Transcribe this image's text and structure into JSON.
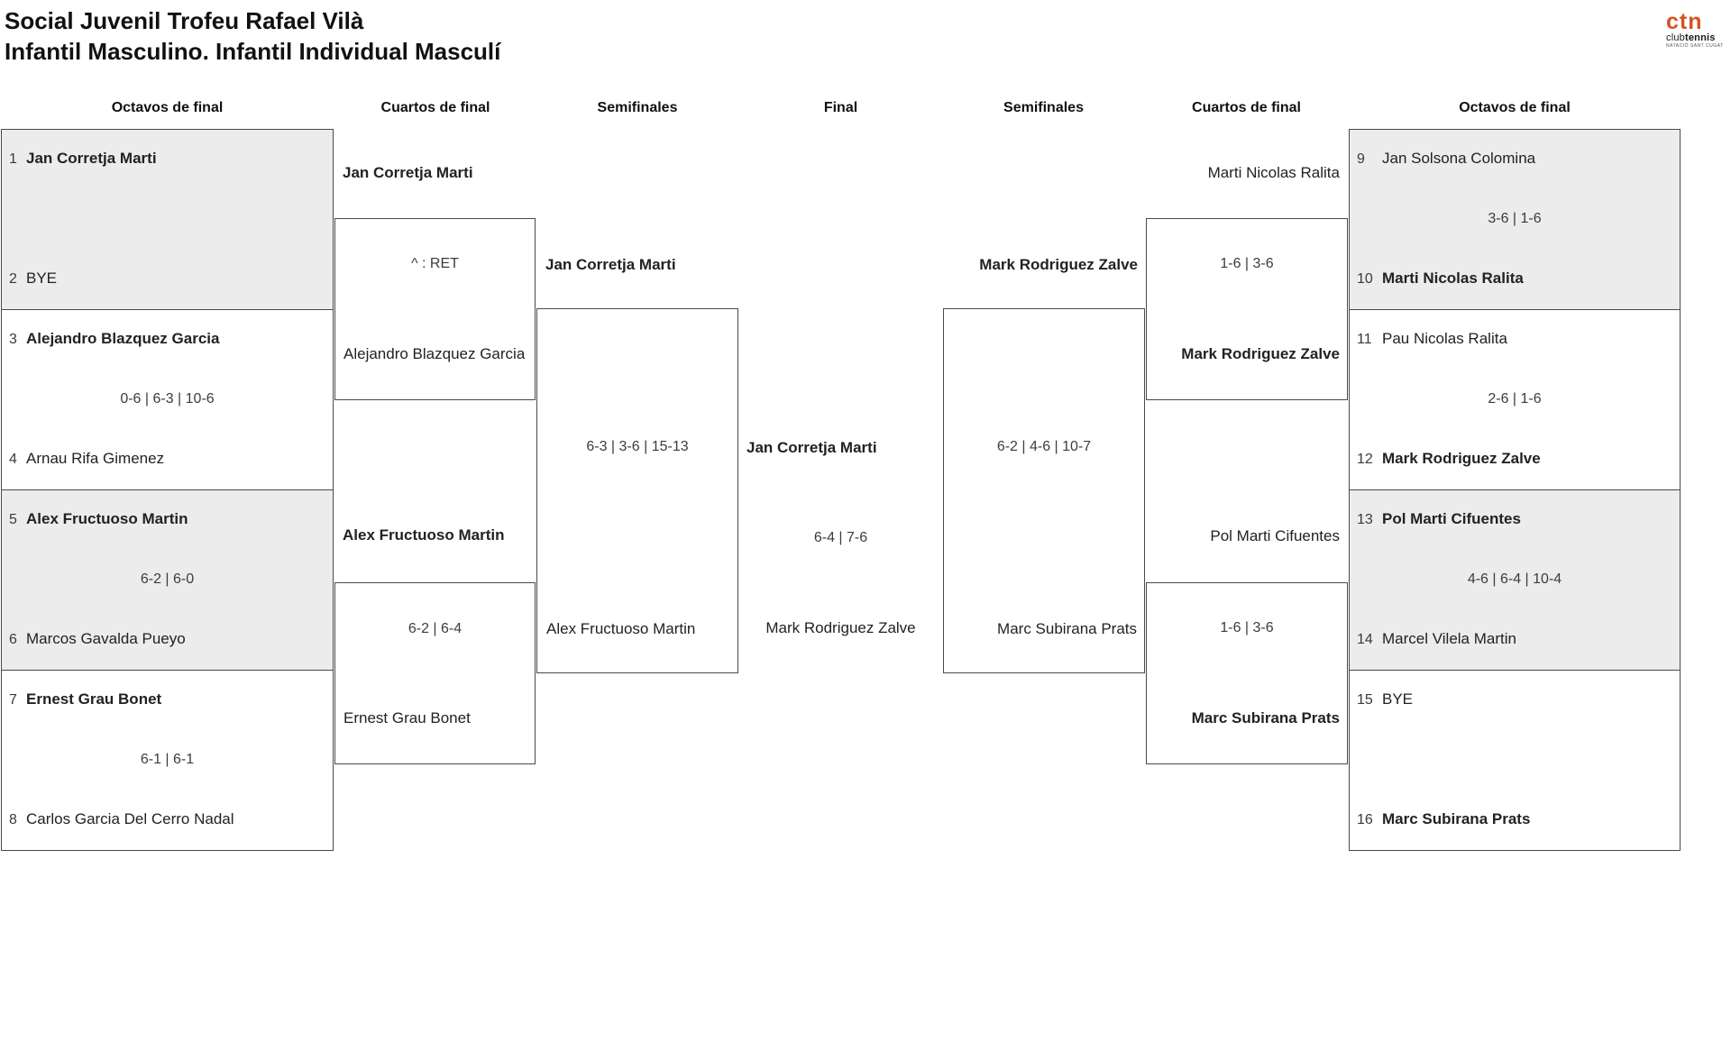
{
  "title": {
    "line1": "Social Juvenil Trofeu Rafael Vilà",
    "line2": "Infantil Masculino. Infantil Individual Masculí"
  },
  "logo": {
    "mark": "ctn",
    "club": "club",
    "tennis": "tennis",
    "tagline": "NATACIÓ SANT CUGAT"
  },
  "colors": {
    "accent": "#d4541f",
    "shaded_box": "#ececec",
    "border": "#4a4a4a"
  },
  "rounds": {
    "r0": "Octavos de final",
    "r1": "Cuartos de final",
    "r2": "Semifinales",
    "r3": "Final",
    "r4": "Semifinales",
    "r5": "Cuartos de final",
    "r6": "Octavos de final"
  },
  "octavos_left": [
    {
      "seed1": "1",
      "player1": "Jan Corretja Marti",
      "score": "",
      "seed2": "2",
      "player2": "BYE"
    },
    {
      "seed1": "3",
      "player1": "Alejandro Blazquez Garcia",
      "score": "0-6 | 6-3 | 10-6",
      "seed2": "4",
      "player2": "Arnau Rifa Gimenez"
    },
    {
      "seed1": "5",
      "player1": "Alex Fructuoso Martin",
      "score": "6-2 | 6-0",
      "seed2": "6",
      "player2": "Marcos Gavalda Pueyo"
    },
    {
      "seed1": "7",
      "player1": "Ernest Grau Bonet",
      "score": "6-1 | 6-1",
      "seed2": "8",
      "player2": "Carlos Garcia Del Cerro Nadal"
    }
  ],
  "octavos_right": [
    {
      "seed1": "9",
      "player1": "Jan Solsona Colomina",
      "score": "3-6 | 1-6",
      "seed2": "10",
      "player2": "Marti Nicolas Ralita"
    },
    {
      "seed1": "11",
      "player1": "Pau Nicolas Ralita",
      "score": "2-6 | 1-6",
      "seed2": "12",
      "player2": "Mark Rodriguez Zalve"
    },
    {
      "seed1": "13",
      "player1": "Pol Marti Cifuentes",
      "score": "4-6 | 6-4 | 10-4",
      "seed2": "14",
      "player2": "Marcel Vilela Martin"
    },
    {
      "seed1": "15",
      "player1": "BYE",
      "score": "",
      "seed2": "16",
      "player2": "Marc Subirana Prats"
    }
  ],
  "cuartos_left": {
    "adv1": "Jan Corretja Marti",
    "m1_note": "^ : RET",
    "m1_loser": "Alejandro Blazquez Garcia",
    "adv2": "Alex Fructuoso Martin",
    "m2_score": "6-2 | 6-4",
    "m2_loser": "Ernest Grau Bonet"
  },
  "cuartos_right": {
    "entrant1": "Marti Nicolas Ralita",
    "m1_score": "1-6 | 3-6",
    "m1_winner": "Mark Rodriguez Zalve",
    "entrant2": "Pol Marti Cifuentes",
    "m2_score": "1-6 | 3-6",
    "m2_winner": "Marc Subirana Prats"
  },
  "semis_left": {
    "winner": "Jan Corretja Marti",
    "score": "6-3 | 3-6 | 15-13",
    "loser": "Alex Fructuoso Martin"
  },
  "semis_right": {
    "winner": "Mark Rodriguez Zalve",
    "score": "6-2 | 4-6 | 10-7",
    "loser": "Marc Subirana Prats"
  },
  "final": {
    "winner": "Jan Corretja Marti",
    "score": "6-4 | 7-6",
    "runner_up": "Mark Rodriguez Zalve"
  }
}
